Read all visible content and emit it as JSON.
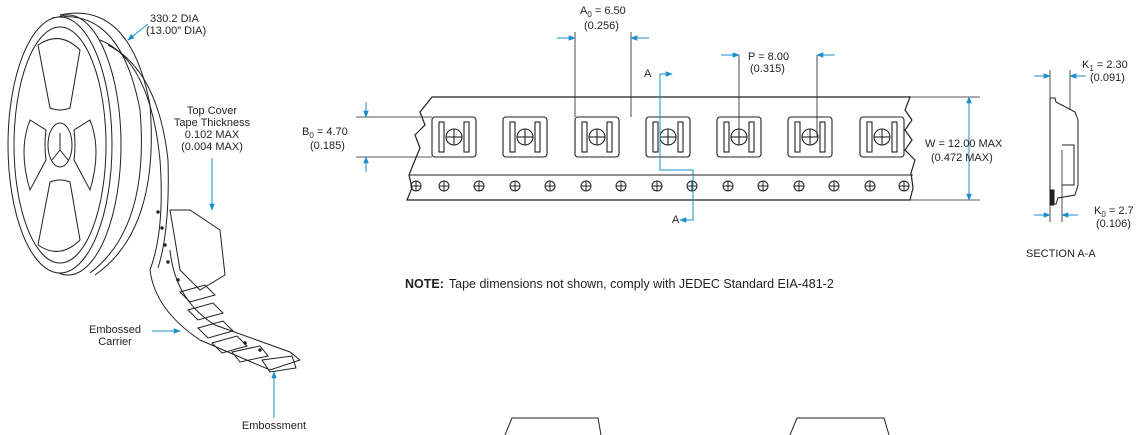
{
  "reel": {
    "diameter_mm": "330.2 DIA",
    "diameter_in": "(13.00\" DIA)",
    "cover_line1": "Top Cover",
    "cover_line2": "Tape Thickness",
    "cover_mm": "0.102 MAX",
    "cover_in": "(0.004 MAX)",
    "carrier_line1": "Embossed",
    "carrier_line2": "Carrier",
    "embossment": "Embossment"
  },
  "tape": {
    "a0_name": "A",
    "a0_sub": "0",
    "a0_value": " = 6.50",
    "a0_in": "(0.256)",
    "p_value": "P = 8.00",
    "p_in": "(0.315)",
    "b0_name": "B",
    "b0_sub": "0",
    "b0_value": " = 4.70",
    "b0_in": "(0.185)",
    "w_value": "W = 12.00 MAX",
    "w_in": "(0.472 MAX)",
    "section_mark_top": "A",
    "section_mark_bottom": "A"
  },
  "section": {
    "k1_name": "K",
    "k1_sub": "1",
    "k1_value": " = 2.30",
    "k1_in": "(0.091)",
    "k0_name": "K",
    "k0_sub": "0",
    "k0_value": " = 2.7",
    "k0_in": "(0.106)",
    "title": "SECTION A-A"
  },
  "note": {
    "label": "NOTE:",
    "text": "Tape dimensions not shown, comply with JEDEC Standard EIA-481-2"
  },
  "colors": {
    "line": "#231f20",
    "dimension": "#1a8fc9"
  }
}
